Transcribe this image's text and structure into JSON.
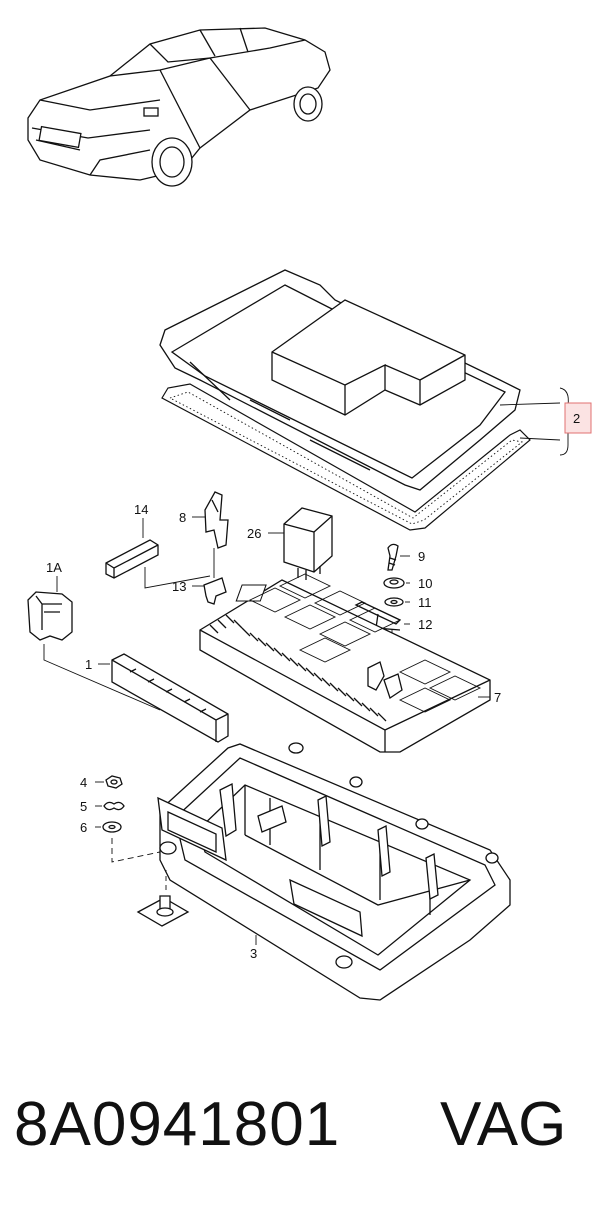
{
  "callouts": {
    "c1": "1",
    "c1a": "1A",
    "c2": "2",
    "c3": "3",
    "c4": "4",
    "c5": "5",
    "c6": "6",
    "c7": "7",
    "c8": "8",
    "c9": "9",
    "c10": "10",
    "c11": "11",
    "c12": "12",
    "c13": "13",
    "c14": "14",
    "c26": "26"
  },
  "footer": {
    "part_number": "8A0941801",
    "brand": "VAG"
  },
  "colors": {
    "ink": "#111111",
    "highlight_box": "#e07070",
    "highlight_fill": "#fbe3e3"
  }
}
